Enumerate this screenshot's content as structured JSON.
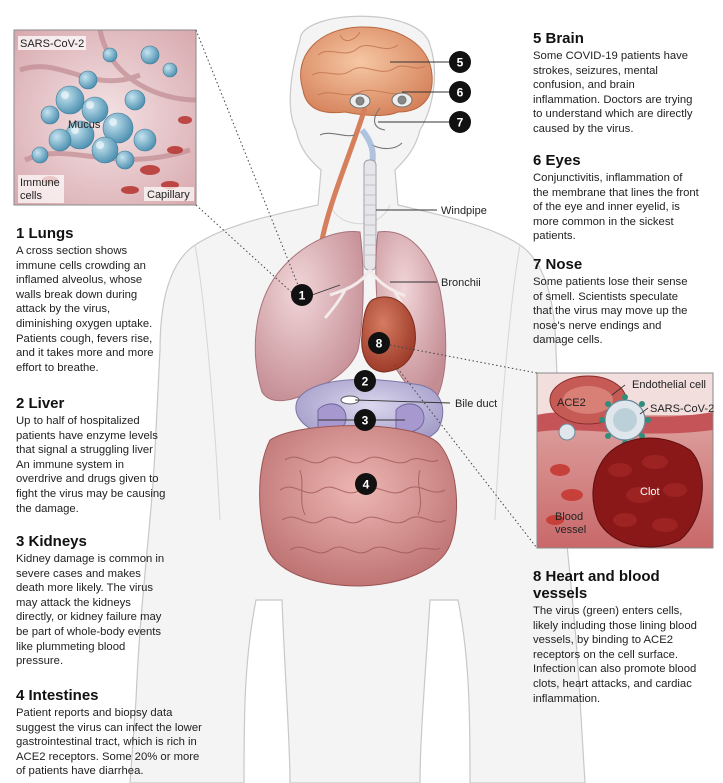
{
  "sections": {
    "lungs": {
      "title": "1 Lungs",
      "body": "A cross section shows immune cells crowding an inflamed alveolus, whose walls break down during attack by the virus, diminishing oxygen uptake. Patients cough, fevers rise, and it takes more and more effort to breathe."
    },
    "liver": {
      "title": "2 Liver",
      "body": "Up to half of hospitalized patients have enzyme levels that signal a struggling liver An immune system in overdrive and drugs given to fight the virus may be causing the damage."
    },
    "kidneys": {
      "title": "3 Kidneys",
      "body": "Kidney damage is common in severe cases and makes death more likely. The virus may attack the kidneys directly, or kidney failure may be part of whole-body events like plummeting blood pressure."
    },
    "intestines": {
      "title": "4 Intestines",
      "body": "Patient reports and biopsy data suggest the virus can infect the lower gastrointestinal tract, which is rich in ACE2 receptors. Some 20% or more of patients have diarrhea."
    },
    "brain": {
      "title": "5 Brain",
      "body": "Some COVID-19 patients have strokes, seizures, mental confusion, and brain inflammation. Doctors are trying to understand which are directly caused by the virus."
    },
    "eyes": {
      "title": "6 Eyes",
      "body": "Conjunctivitis, inflammation of the membrane that lines the front of the eye and inner eyelid, is more common in the sickest patients."
    },
    "nose": {
      "title": "7 Nose",
      "body": "Some patients lose their sense of smell. Scientists speculate that the virus may move up the nose's nerve endings and damage cells."
    },
    "heart": {
      "title": "8 Heart and blood vessels",
      "body": "The virus (green) enters cells, likely including those lining blood vessels, by binding to ACE2 receptors on the cell surface. Infection can also promote blood clots, heart attacks, and cardiac inflammation."
    }
  },
  "markers": [
    "1",
    "2",
    "3",
    "4",
    "5",
    "6",
    "7",
    "8"
  ],
  "labels": {
    "windpipe": "Windpipe",
    "bronchii": "Bronchii",
    "bile_duct": "Bile duct",
    "lung_inset": {
      "sars": "SARS-CoV-2",
      "mucus": "Mucus",
      "immune_1": "Immune",
      "immune_2": "cells",
      "capillary": "Capillary"
    },
    "vessel_inset": {
      "endothelial": "Endothelial cell",
      "ace2": "ACE2",
      "sars": "SARS-CoV-2",
      "clot": "Clot",
      "blood_1": "Blood",
      "blood_2": "vessel"
    }
  },
  "colors": {
    "marker": "#111111",
    "lung": "#d9a9ae",
    "liver": "#b9b4d8",
    "intestine": "#cf8c8c",
    "brain": "#e6a07a",
    "heart": "#b24a3a",
    "clot": "#8a1818"
  }
}
